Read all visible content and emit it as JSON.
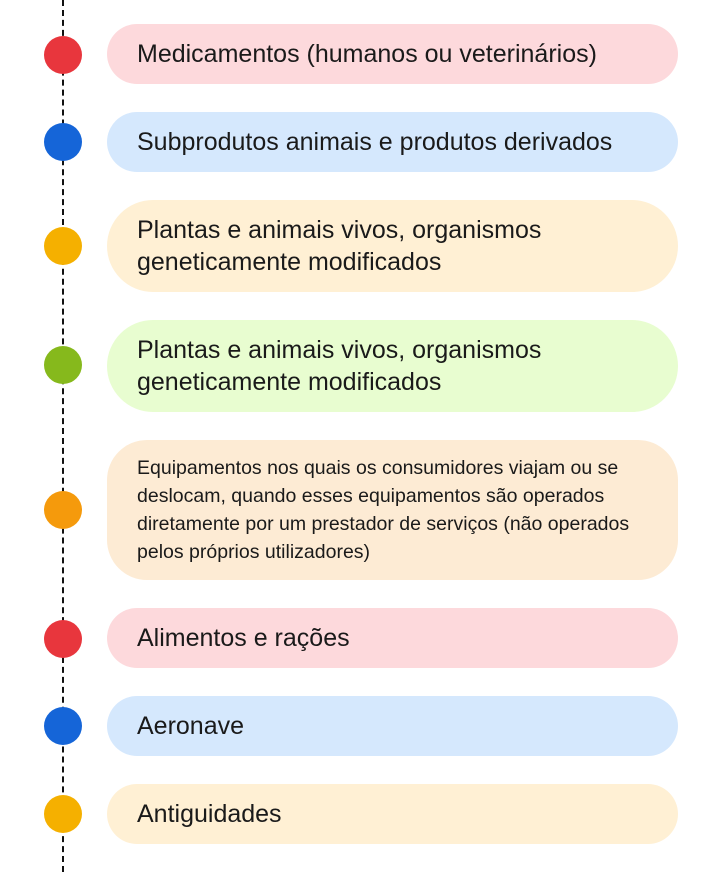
{
  "items": [
    {
      "label": "Medicamentos (humanos ou veterinários)",
      "dot_color": "#e8363d",
      "bg_color": "#fdd9dc"
    },
    {
      "label": "Subprodutos animais e produtos derivados",
      "dot_color": "#1565d8",
      "bg_color": "#d5e8fd"
    },
    {
      "label": "Plantas e animais vivos, organismos geneticamente modificados",
      "dot_color": "#f5b000",
      "bg_color": "#fff0d4"
    },
    {
      "label": "Plantas e animais vivos, organismos geneticamente modificados",
      "dot_color": "#86b91c",
      "bg_color": "#e8fdd0"
    },
    {
      "label": "Equipamentos nos quais os consumidores viajam ou se deslocam, quando esses equipamentos são operados diretamente por um prestador de serviços (não operados pelos próprios utilizadores)",
      "dot_color": "#f59a0c",
      "bg_color": "#fdebd4"
    },
    {
      "label": "Alimentos e rações",
      "dot_color": "#e8363d",
      "bg_color": "#fdd9dc"
    },
    {
      "label": "Aeronave",
      "dot_color": "#1565d8",
      "bg_color": "#d5e8fd"
    },
    {
      "label": "Antiguidades",
      "dot_color": "#f5b000",
      "bg_color": "#fff0d4"
    }
  ]
}
